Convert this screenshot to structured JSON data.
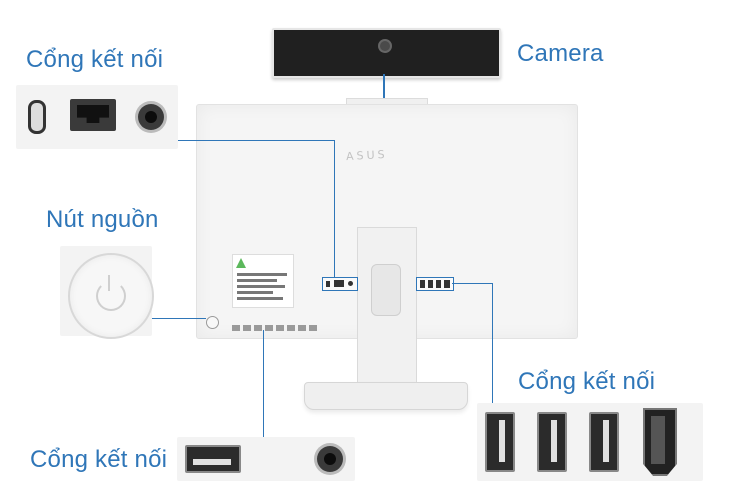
{
  "labels": {
    "camera": "Camera",
    "top_left_ports": "Cổng kết nối",
    "power_button": "Nút nguồn",
    "right_ports": "Cổng kết nối",
    "bottom_ports": "Cổng kết nối"
  },
  "accent_color": "#2f76b8",
  "icons": [
    "usb-c-icon",
    "ethernet-port-icon",
    "audio-jack-icon",
    "power-icon",
    "usb-a-port-icon",
    "hdmi-port-icon",
    "webcam-icon"
  ]
}
